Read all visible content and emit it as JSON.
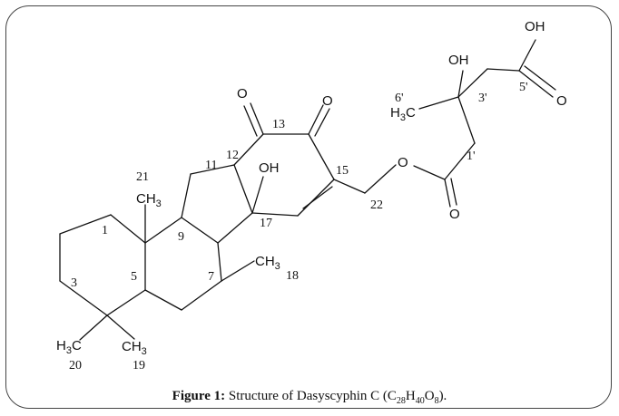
{
  "caption": {
    "label": "Figure 1:",
    "text": "Structure of Dasyscyphin C (C",
    "c": "28",
    "h_sym": "H",
    "h": "40",
    "o_sym": "O",
    "o": "8",
    "end": ")."
  },
  "atoms": {
    "oh_top": "OH",
    "oh_3p": "OH",
    "o_5p": "O",
    "o_13a": "O",
    "o_13b": "O",
    "oh_17": "OH",
    "o_ester": "O",
    "o_1p": "O",
    "ch3_21": "CH",
    "ch3_18": "CH",
    "ch3_19": "CH",
    "ch3_20": "H",
    "ch3_20_c": "C",
    "ch3_6p": "H",
    "ch3_6p_c": "C",
    "sub3": "3"
  },
  "numbers": {
    "n1": "1",
    "n3": "3",
    "n5": "5",
    "n7": "7",
    "n9": "9",
    "n11": "11",
    "n12": "12",
    "n13": "13",
    "n15": "15",
    "n17": "17",
    "n18": "18",
    "n19": "19",
    "n20": "20",
    "n21": "21",
    "n22": "22",
    "n1p": "1'",
    "n3p": "3'",
    "n5p": "5'",
    "n6p": "6'"
  }
}
